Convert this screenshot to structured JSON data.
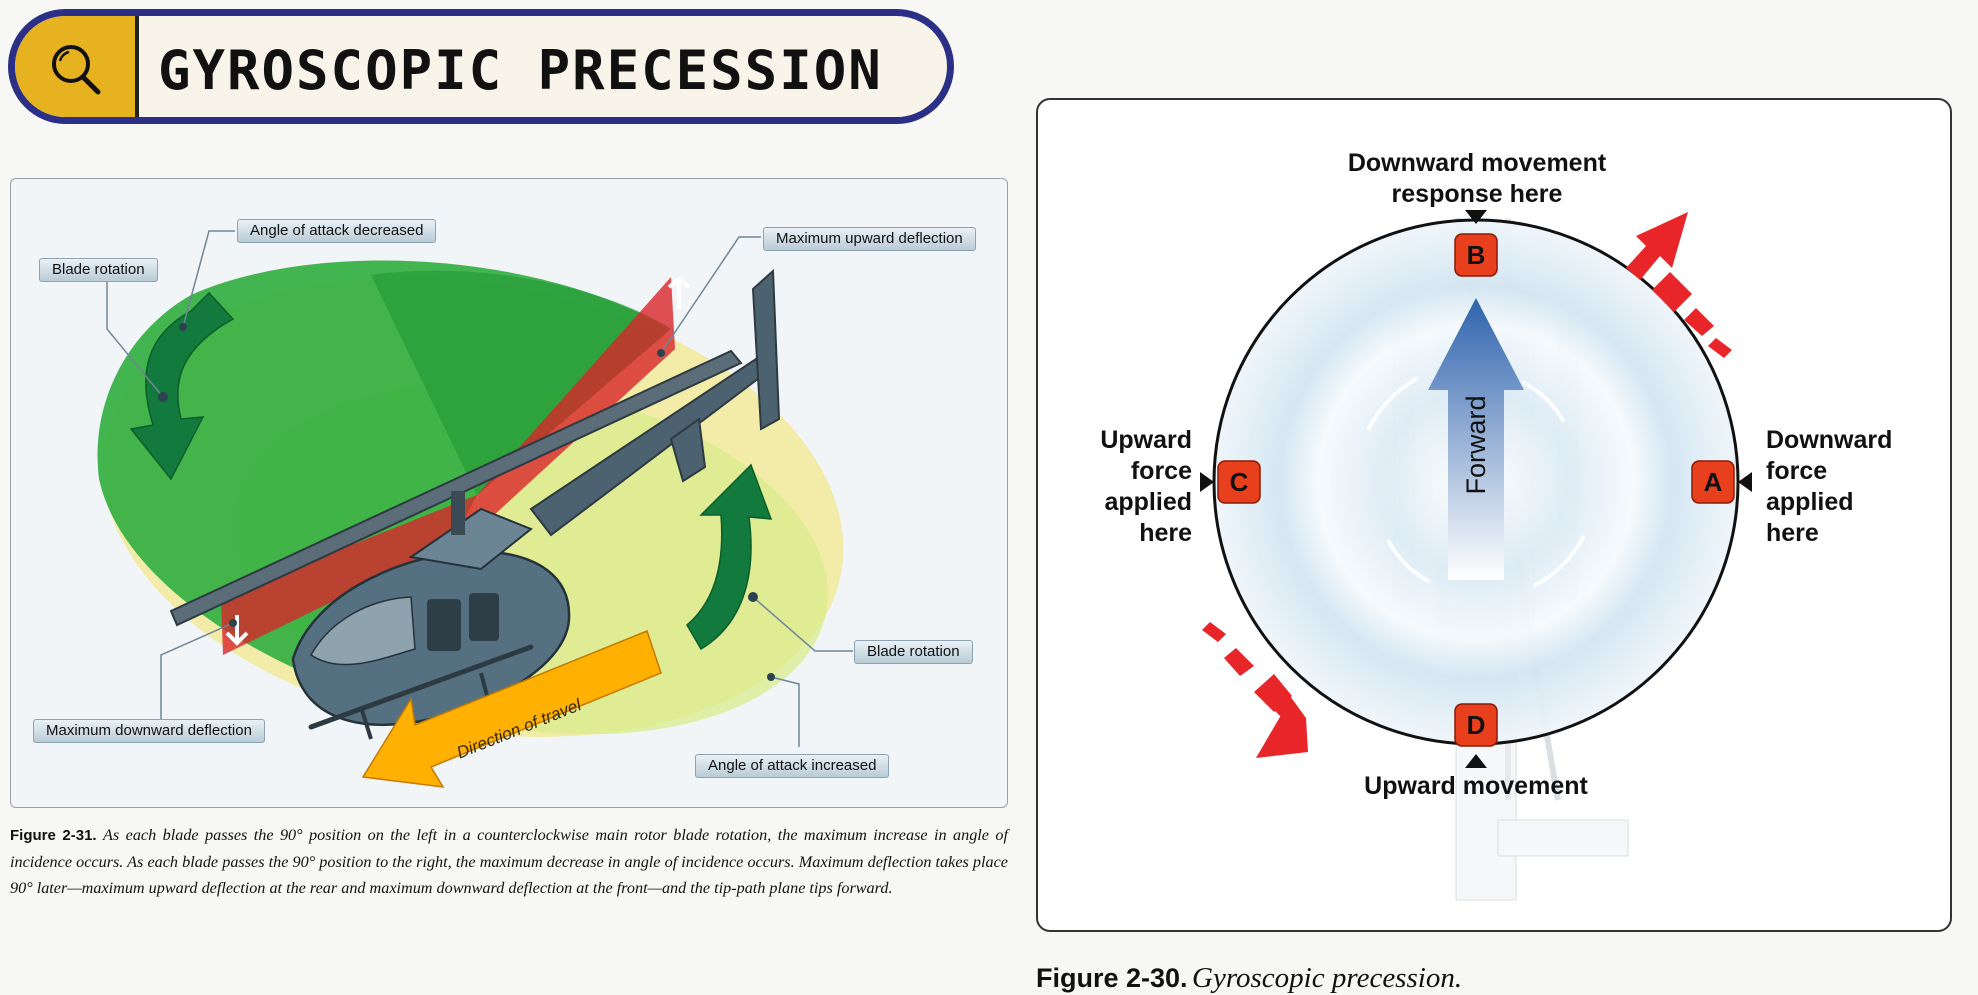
{
  "banner": {
    "title": "GYROSCOPIC PRECESSION",
    "icon": "magnifier-icon",
    "accent_color": "#e6b21f",
    "border_color": "#2b2f86"
  },
  "left_figure": {
    "callouts": {
      "angle_decreased": "Angle of attack decreased",
      "blade_rotation_left": "Blade rotation",
      "max_upward": "Maximum upward deflection",
      "blade_rotation_right": "Blade rotation",
      "max_downward": "Maximum downward deflection",
      "angle_increased": "Angle of attack increased"
    },
    "direction_label": "Direction of travel",
    "colors": {
      "decreased_zone": "#2fae3e",
      "increased_zone": "#d9ec8c",
      "disk": "#f2ea9a",
      "arrow": "#ffb000",
      "deflection": "#d8262a"
    },
    "caption": {
      "figure_number": "Figure 2-31.",
      "text": "As each blade passes the 90° position on the left in a counterclockwise main rotor blade rotation, the maximum increase in angle of incidence occurs. As each blade passes the 90° position to the right, the maximum decrease in angle of incidence occurs. Maximum deflection takes place 90° later—maximum upward deflection at the rear and maximum downward deflection at the front—and the tip-path plane tips forward."
    }
  },
  "right_figure": {
    "labels": {
      "top": "Downward movement response here",
      "left": "Upward force applied here",
      "right": "Downward force applied here",
      "bottom": "Upward movement"
    },
    "points": {
      "a": "A",
      "b": "B",
      "c": "C",
      "d": "D"
    },
    "forward_label": "Forward",
    "colors": {
      "marker": "#e8401c",
      "rotation_arrow": "#e8262a",
      "forward_arrow": "#3a6fb8"
    },
    "caption": {
      "figure_number": "Figure 2-30.",
      "text": "Gyroscopic precession."
    }
  }
}
